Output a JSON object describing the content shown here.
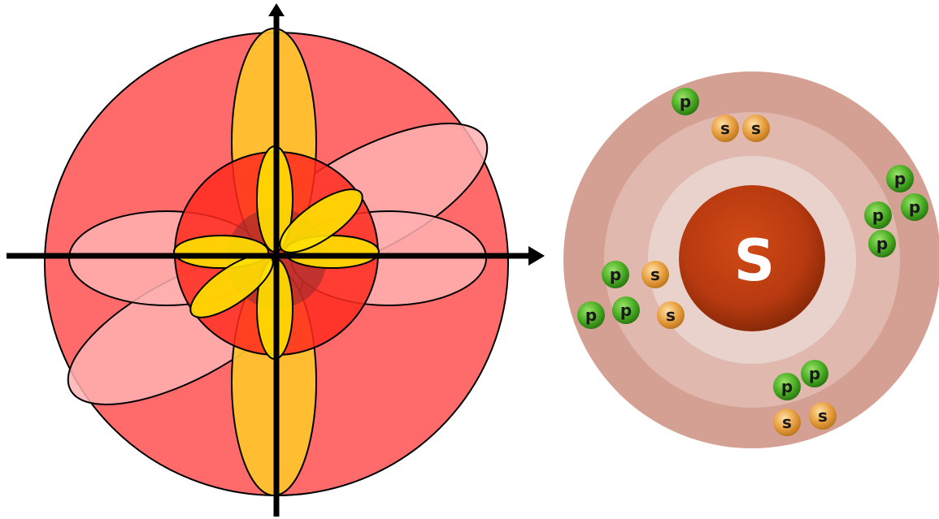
{
  "colors": {
    "outer_sphere": "#ff6b6b",
    "inner_sphere": "#ff2a1e",
    "core_dark": "#8f2a2a",
    "orbital_yellow": "#ffe100",
    "orbital_amber": "#ffc42c",
    "orbital_pink": "#ffb0b0",
    "axis": "#000000",
    "shell_outer": "#d4a093",
    "shell_mid": "#e0b8ae",
    "shell_inner": "#ead2cc",
    "nucleus": "#b83a10",
    "electron_p": "#4caf25",
    "electron_s": "#e8a040"
  },
  "nucleus": {
    "label": "S",
    "icon": "nucleus-sphere"
  },
  "electrons": [
    {
      "type": "p",
      "label": "p"
    },
    {
      "type": "s",
      "label": "s"
    },
    {
      "type": "s",
      "label": "s"
    },
    {
      "type": "p",
      "label": "p"
    },
    {
      "type": "p",
      "label": "p"
    },
    {
      "type": "p",
      "label": "p"
    },
    {
      "type": "p",
      "label": "p"
    },
    {
      "type": "p",
      "label": "p"
    },
    {
      "type": "s",
      "label": "s"
    },
    {
      "type": "p",
      "label": "p"
    },
    {
      "type": "p",
      "label": "p"
    },
    {
      "type": "s",
      "label": "s"
    },
    {
      "type": "p",
      "label": "p"
    },
    {
      "type": "p",
      "label": "p"
    },
    {
      "type": "s",
      "label": "s"
    },
    {
      "type": "s",
      "label": "s"
    }
  ]
}
